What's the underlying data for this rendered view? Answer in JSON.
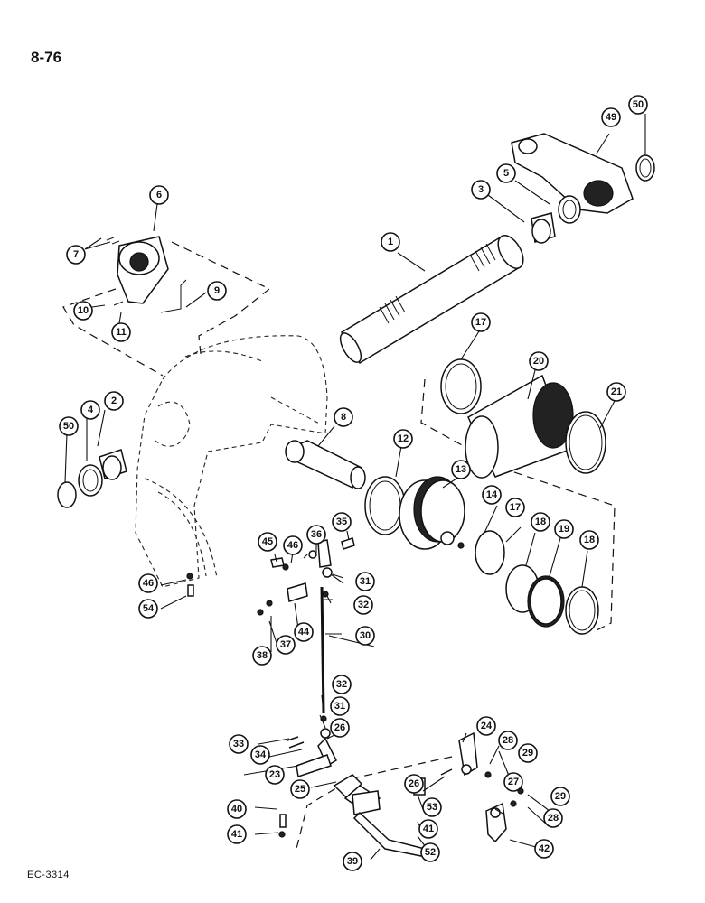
{
  "header": {
    "page_number": "8-76"
  },
  "footer": {
    "figure_code": "EC-3314"
  },
  "callouts": [
    {
      "id": "c1",
      "label": "1"
    },
    {
      "id": "c2",
      "label": "2"
    },
    {
      "id": "c3",
      "label": "3"
    },
    {
      "id": "c4",
      "label": "4"
    },
    {
      "id": "c5",
      "label": "5"
    },
    {
      "id": "c6",
      "label": "6"
    },
    {
      "id": "c7",
      "label": "7"
    },
    {
      "id": "c8",
      "label": "8"
    },
    {
      "id": "c9",
      "label": "9"
    },
    {
      "id": "c10",
      "label": "10"
    },
    {
      "id": "c11",
      "label": "11"
    },
    {
      "id": "c12",
      "label": "12"
    },
    {
      "id": "c13",
      "label": "13"
    },
    {
      "id": "c14",
      "label": "14"
    },
    {
      "id": "c17a",
      "label": "17"
    },
    {
      "id": "c17b",
      "label": "17"
    },
    {
      "id": "c18a",
      "label": "18"
    },
    {
      "id": "c18b",
      "label": "18"
    },
    {
      "id": "c19",
      "label": "19"
    },
    {
      "id": "c20",
      "label": "20"
    },
    {
      "id": "c21",
      "label": "21"
    },
    {
      "id": "c23",
      "label": "23"
    },
    {
      "id": "c24",
      "label": "24"
    },
    {
      "id": "c25",
      "label": "25"
    },
    {
      "id": "c26a",
      "label": "26"
    },
    {
      "id": "c26b",
      "label": "26"
    },
    {
      "id": "c27",
      "label": "27"
    },
    {
      "id": "c28a",
      "label": "28"
    },
    {
      "id": "c28b",
      "label": "28"
    },
    {
      "id": "c29a",
      "label": "29"
    },
    {
      "id": "c29b",
      "label": "29"
    },
    {
      "id": "c30",
      "label": "30"
    },
    {
      "id": "c31a",
      "label": "31"
    },
    {
      "id": "c31b",
      "label": "31"
    },
    {
      "id": "c32a",
      "label": "32"
    },
    {
      "id": "c32b",
      "label": "32"
    },
    {
      "id": "c33",
      "label": "33"
    },
    {
      "id": "c34",
      "label": "34"
    },
    {
      "id": "c35",
      "label": "35"
    },
    {
      "id": "c36",
      "label": "36"
    },
    {
      "id": "c37",
      "label": "37"
    },
    {
      "id": "c38",
      "label": "38"
    },
    {
      "id": "c39",
      "label": "39"
    },
    {
      "id": "c40",
      "label": "40"
    },
    {
      "id": "c41a",
      "label": "41"
    },
    {
      "id": "c41b",
      "label": "41"
    },
    {
      "id": "c42",
      "label": "42"
    },
    {
      "id": "c44",
      "label": "44"
    },
    {
      "id": "c45",
      "label": "45"
    },
    {
      "id": "c46a",
      "label": "46"
    },
    {
      "id": "c46b",
      "label": "46"
    },
    {
      "id": "c49",
      "label": "49"
    },
    {
      "id": "c50a",
      "label": "50"
    },
    {
      "id": "c50b",
      "label": "50"
    },
    {
      "id": "c52",
      "label": "52"
    },
    {
      "id": "c53",
      "label": "53"
    },
    {
      "id": "c54",
      "label": "54"
    }
  ]
}
